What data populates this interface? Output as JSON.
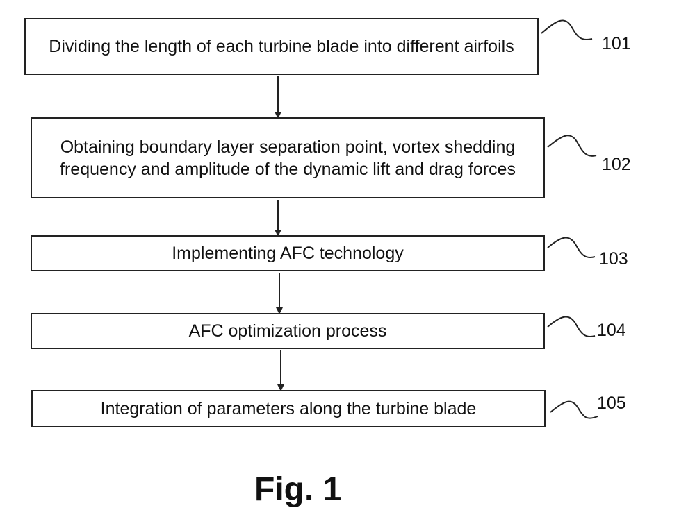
{
  "steps": [
    {
      "id": "101",
      "text": "Dividing the length of each turbine blade into different airfoils"
    },
    {
      "id": "102",
      "text": "Obtaining boundary layer separation point, vortex shedding frequency and amplitude of the dynamic lift and drag forces"
    },
    {
      "id": "103",
      "text": "Implementing AFC technology"
    },
    {
      "id": "104",
      "text": "AFC optimization process"
    },
    {
      "id": "105",
      "text": "Integration of parameters along the turbine blade"
    }
  ],
  "caption": "Fig. 1",
  "colors": {
    "stroke": "#222222",
    "background": "#ffffff"
  }
}
